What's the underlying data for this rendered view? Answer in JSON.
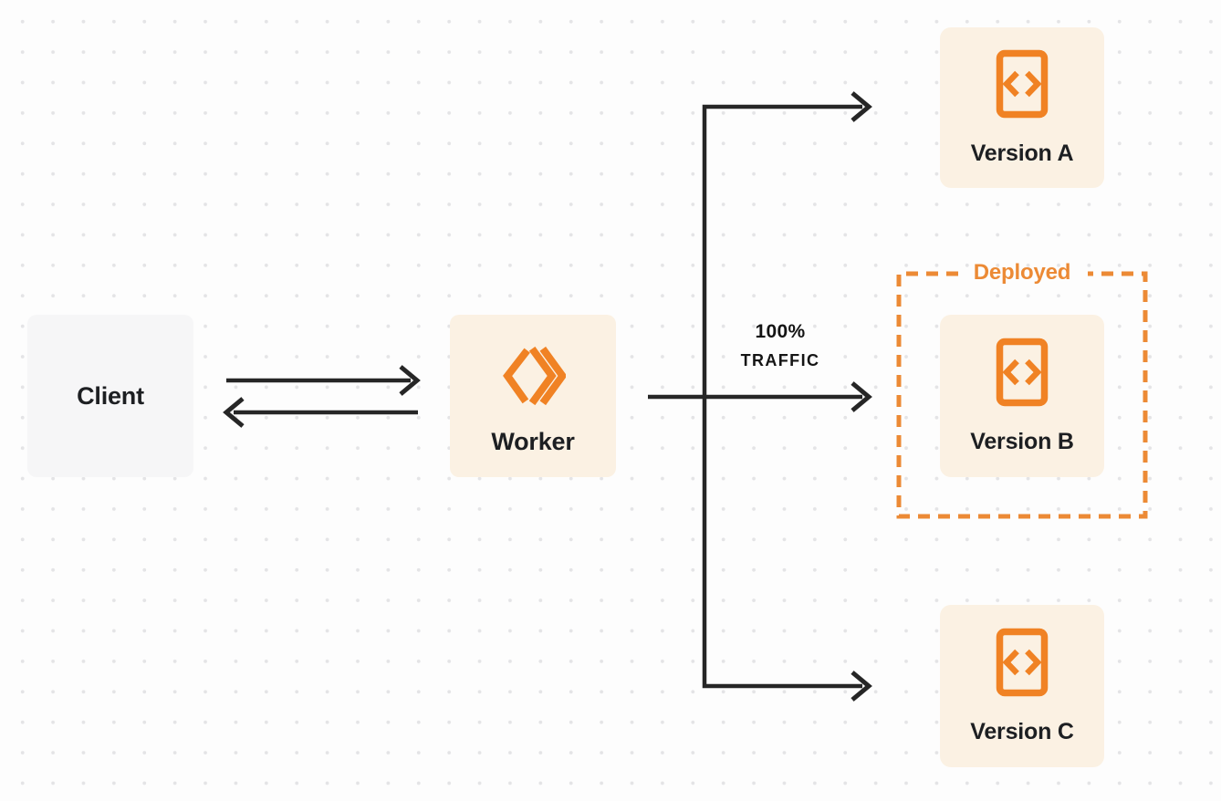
{
  "diagram": {
    "title": "worker-traffic-routing-diagram",
    "colors": {
      "icon_orange": "#F08224",
      "deployed_orange": "#EC8A35",
      "arrow_black": "#262626",
      "node_cream": "#FBF1E3",
      "client_gray": "#F6F6F7",
      "background": "#FDFDFD",
      "dot_grid": "#E4E4E6",
      "label_text": "#1D1F22"
    },
    "nodes": {
      "client": {
        "label": "Client"
      },
      "worker": {
        "label": "Worker",
        "icon": "workers-logo-icon"
      },
      "versions": [
        {
          "label": "Version A",
          "icon": "code-file-icon"
        },
        {
          "label": "Version B",
          "icon": "code-file-icon",
          "deployed": true
        },
        {
          "label": "Version C",
          "icon": "code-file-icon"
        }
      ]
    },
    "annotations": {
      "deployed_badge": "Deployed",
      "traffic_line1": "100%",
      "traffic_line2": "TRAFFIC"
    }
  }
}
